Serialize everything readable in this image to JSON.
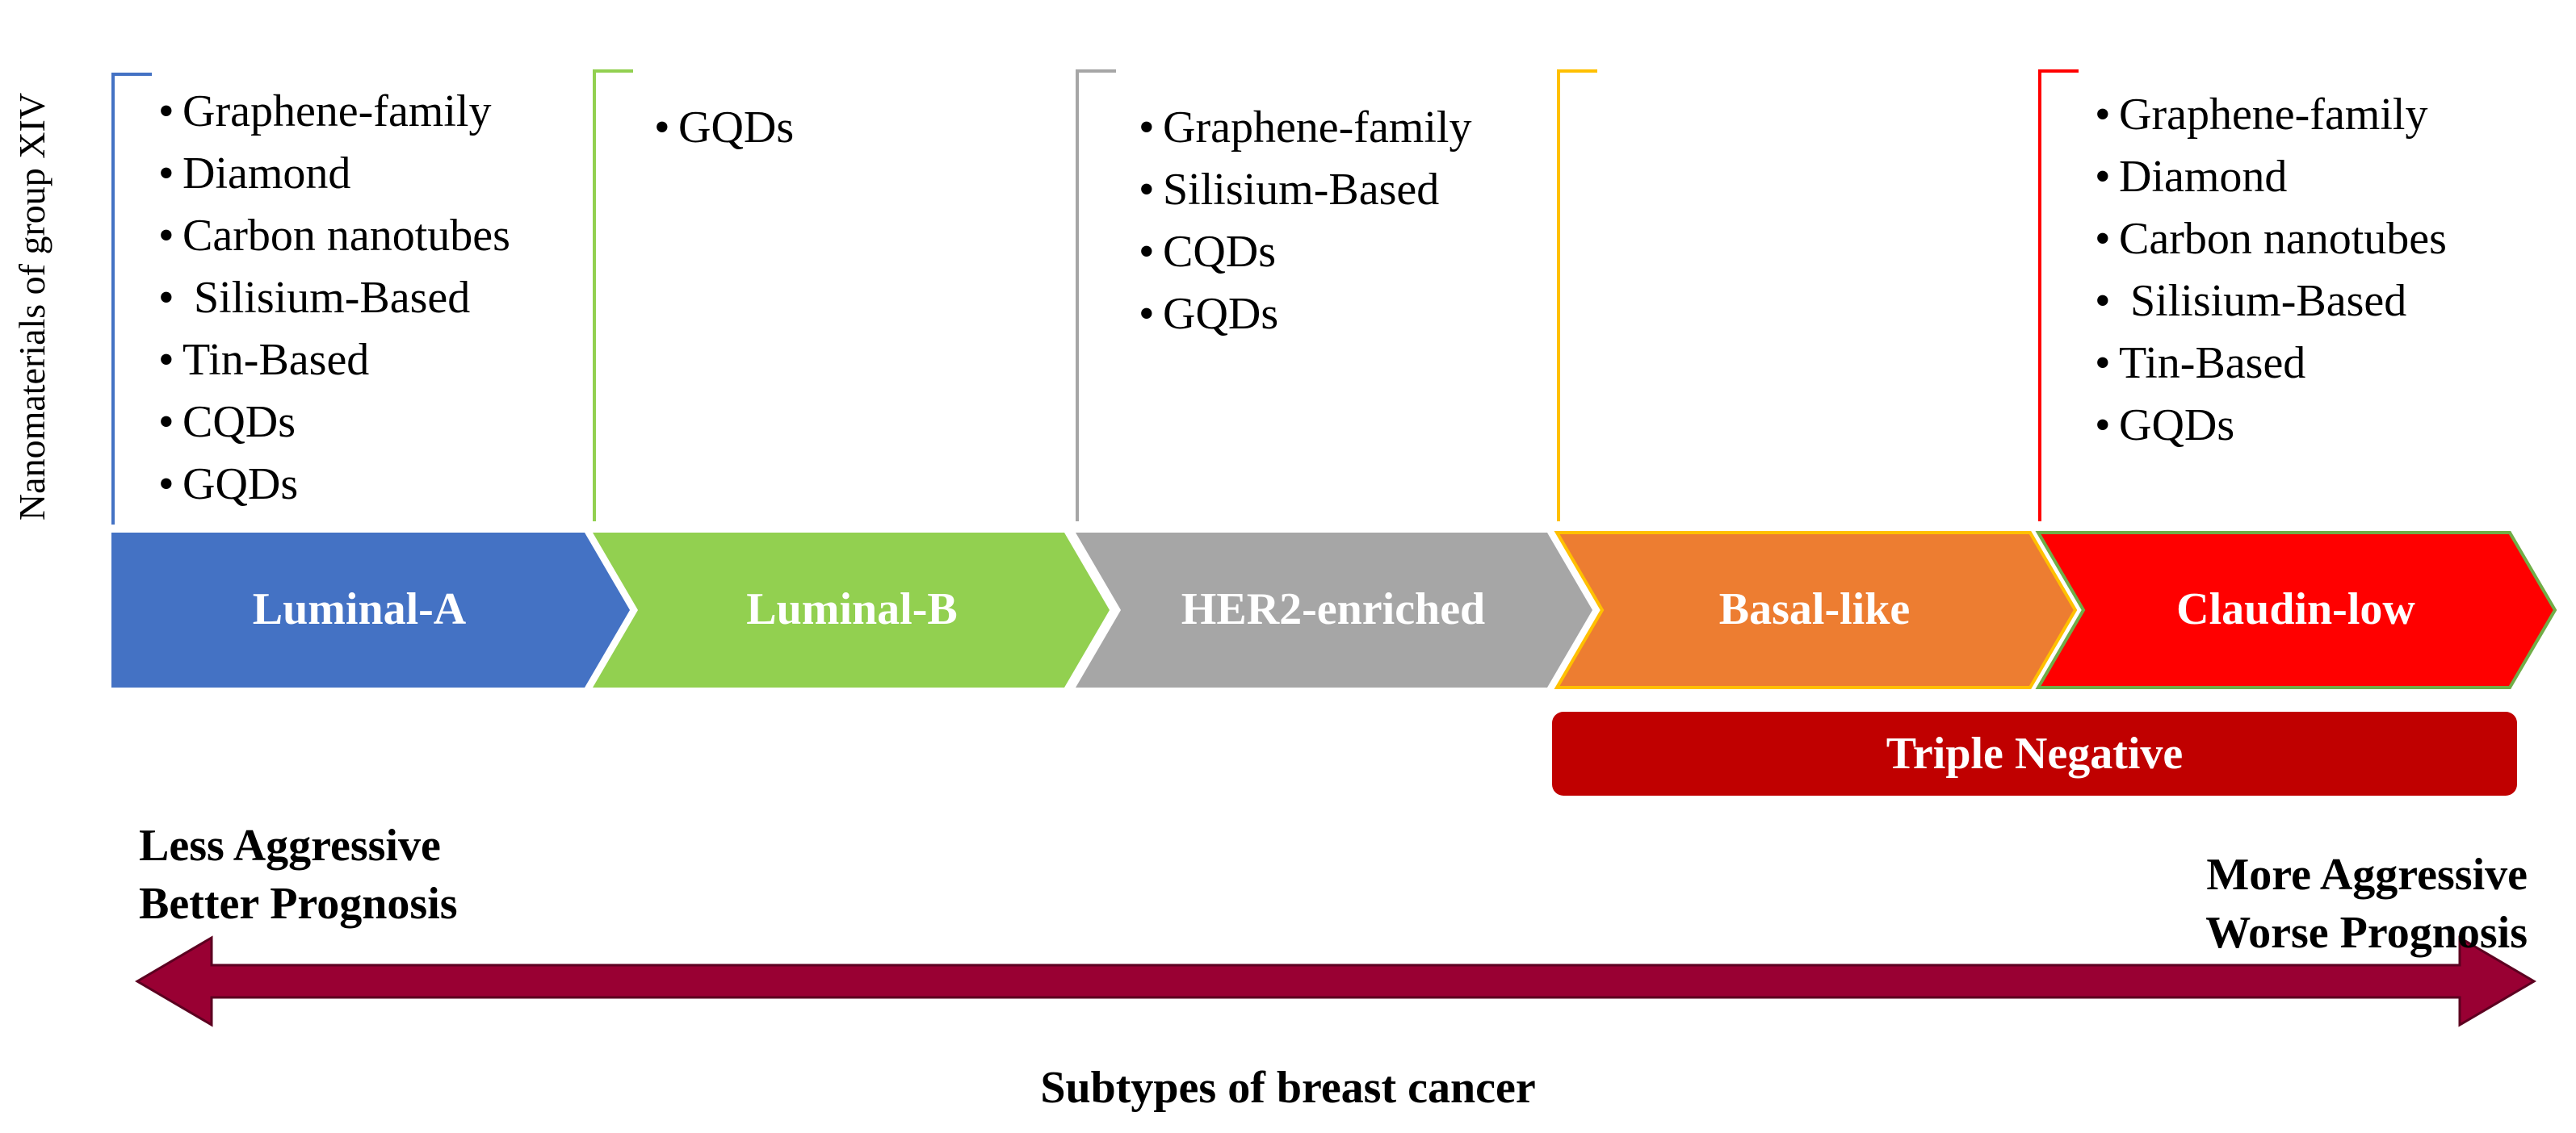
{
  "y_axis_label": "Nanomaterials of group XIV",
  "colors": {
    "luminal_a": "#4472c4",
    "luminal_b": "#92d050",
    "her2": "#a6a6a6",
    "basal": "#ed7d31",
    "claudin": "#ff0000",
    "triple_negative": "#c00000",
    "arrow": "#990033"
  },
  "subtypes": [
    {
      "label": "Luminal-A",
      "nanomaterials": [
        "Graphene-family",
        "Diamond",
        "Carbon nanotubes",
        " Silisium-Based",
        "Tin-Based",
        "CQDs",
        "GQDs"
      ]
    },
    {
      "label": "Luminal-B",
      "nanomaterials": [
        "GQDs"
      ]
    },
    {
      "label": "HER2-enriched",
      "nanomaterials": [
        "Graphene-family",
        "Silisium-Based",
        "CQDs",
        "GQDs"
      ]
    },
    {
      "label": "Basal-like",
      "nanomaterials": []
    },
    {
      "label": "Claudin-low",
      "nanomaterials": [
        "Graphene-family",
        "Diamond",
        "Carbon nanotubes",
        " Silisium-Based",
        "Tin-Based",
        "GQDs"
      ]
    }
  ],
  "triple_negative_label": "Triple Negative",
  "left_note": {
    "line1": "Less Aggressive",
    "line2": "Better Prognosis"
  },
  "right_note": {
    "line1": "More Aggressive",
    "line2": "Worse Prognosis"
  },
  "caption": "Subtypes of breast cancer"
}
